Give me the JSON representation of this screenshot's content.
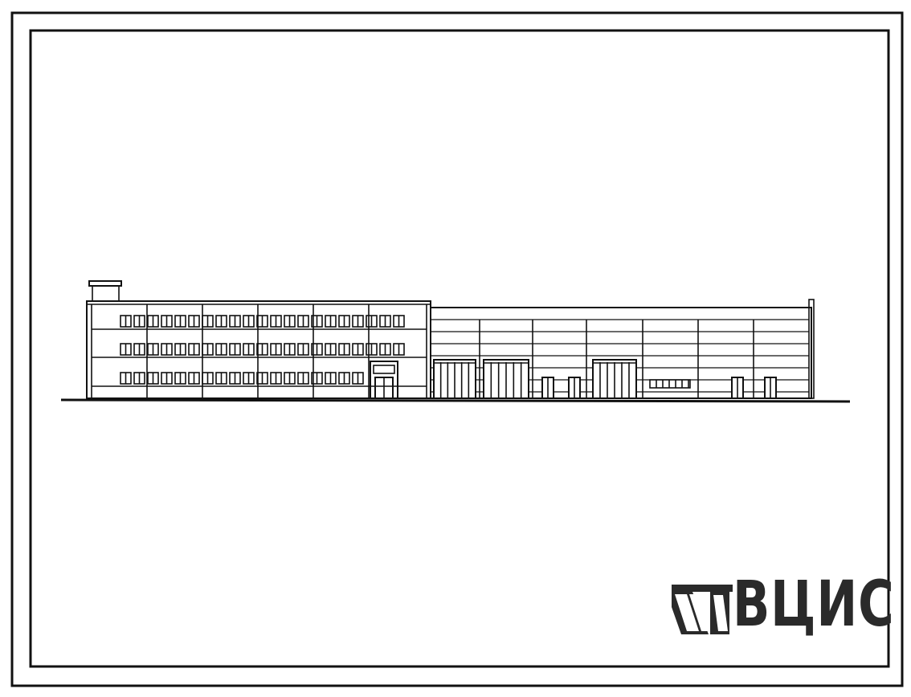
{
  "drawing": {
    "subject": "building-facade-elevation",
    "line_color": "#111111",
    "background": "#ffffff"
  },
  "logo": {
    "text": "ВЦИС",
    "mark_icon": "striped-rhombus-mark",
    "color": "#2a2a2a"
  }
}
